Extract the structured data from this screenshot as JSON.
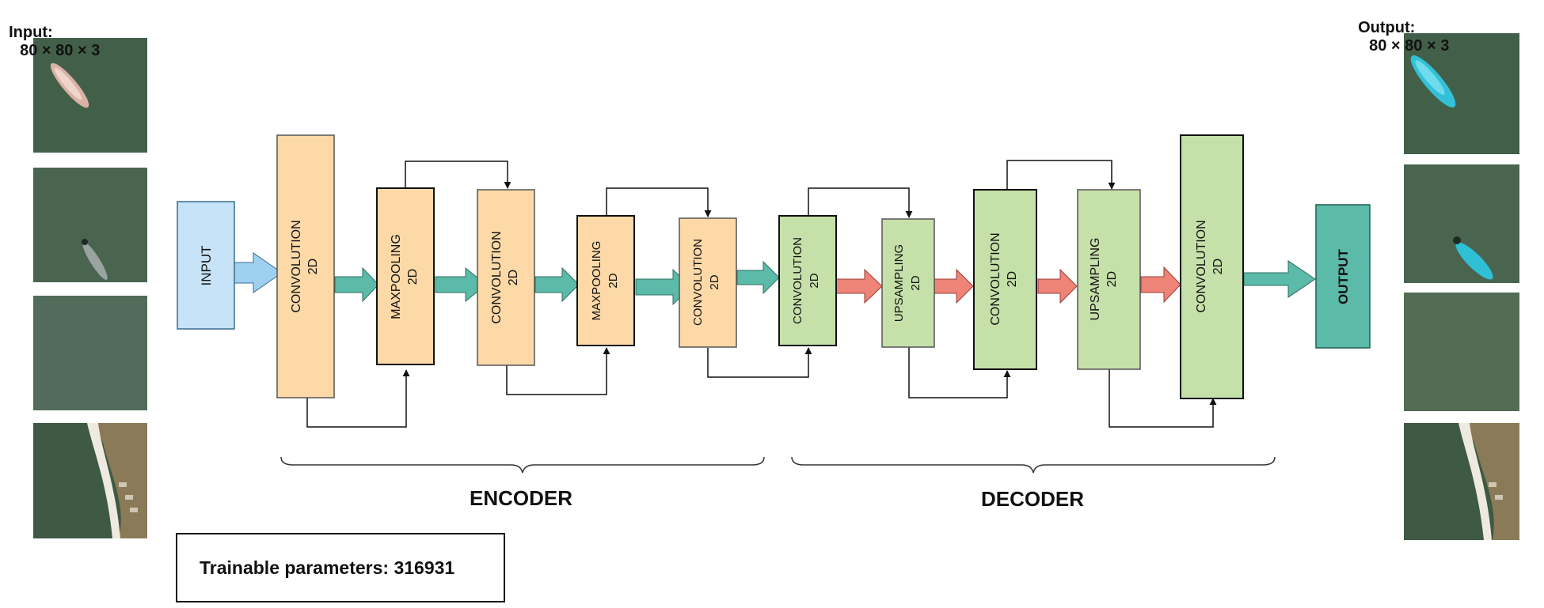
{
  "input_header": {
    "label": "Input:",
    "dims": "80 × 80 × 3"
  },
  "output_header": {
    "label": "Output:",
    "dims": "80 × 80 × 3"
  },
  "blocks": [
    {
      "id": "input",
      "label": "INPUT",
      "sub": "",
      "kind": "io-in"
    },
    {
      "id": "conv1",
      "label": "CONVOLUTION",
      "sub": "2D",
      "kind": "encoder"
    },
    {
      "id": "pool1",
      "label": "MAXPOOLING",
      "sub": "2D",
      "kind": "encoder"
    },
    {
      "id": "conv2",
      "label": "CONVOLUTION",
      "sub": "2D",
      "kind": "encoder"
    },
    {
      "id": "pool2",
      "label": "MAXPOOLING",
      "sub": "2D",
      "kind": "encoder"
    },
    {
      "id": "conv3",
      "label": "CONVOLUTION",
      "sub": "2D",
      "kind": "encoder"
    },
    {
      "id": "conv4",
      "label": "CONVOLUTION",
      "sub": "2D",
      "kind": "decoder"
    },
    {
      "id": "up1",
      "label": "UPSAMPLING",
      "sub": "2D",
      "kind": "decoder"
    },
    {
      "id": "conv5",
      "label": "CONVOLUTION",
      "sub": "2D",
      "kind": "decoder"
    },
    {
      "id": "up2",
      "label": "UPSAMPLING",
      "sub": "2D",
      "kind": "decoder"
    },
    {
      "id": "conv6",
      "label": "CONVOLUTION",
      "sub": "2D",
      "kind": "decoder"
    },
    {
      "id": "output",
      "label": "OUTPUT",
      "sub": "",
      "kind": "io-out"
    }
  ],
  "sections": {
    "encoder": "ENCODER",
    "decoder": "DECODER"
  },
  "params": {
    "text": "Trainable parameters: 316931"
  },
  "colors": {
    "input_fill": "#c6e3f7",
    "encoder_fill": "#fcd9a7",
    "decoder_fill": "#c6e0aa",
    "output_fill": "#5bbaa8",
    "teal_arrow": "#5bbaa8",
    "salmon_arrow": "#ee8377",
    "blue_arrow": "#9fd0f0"
  }
}
